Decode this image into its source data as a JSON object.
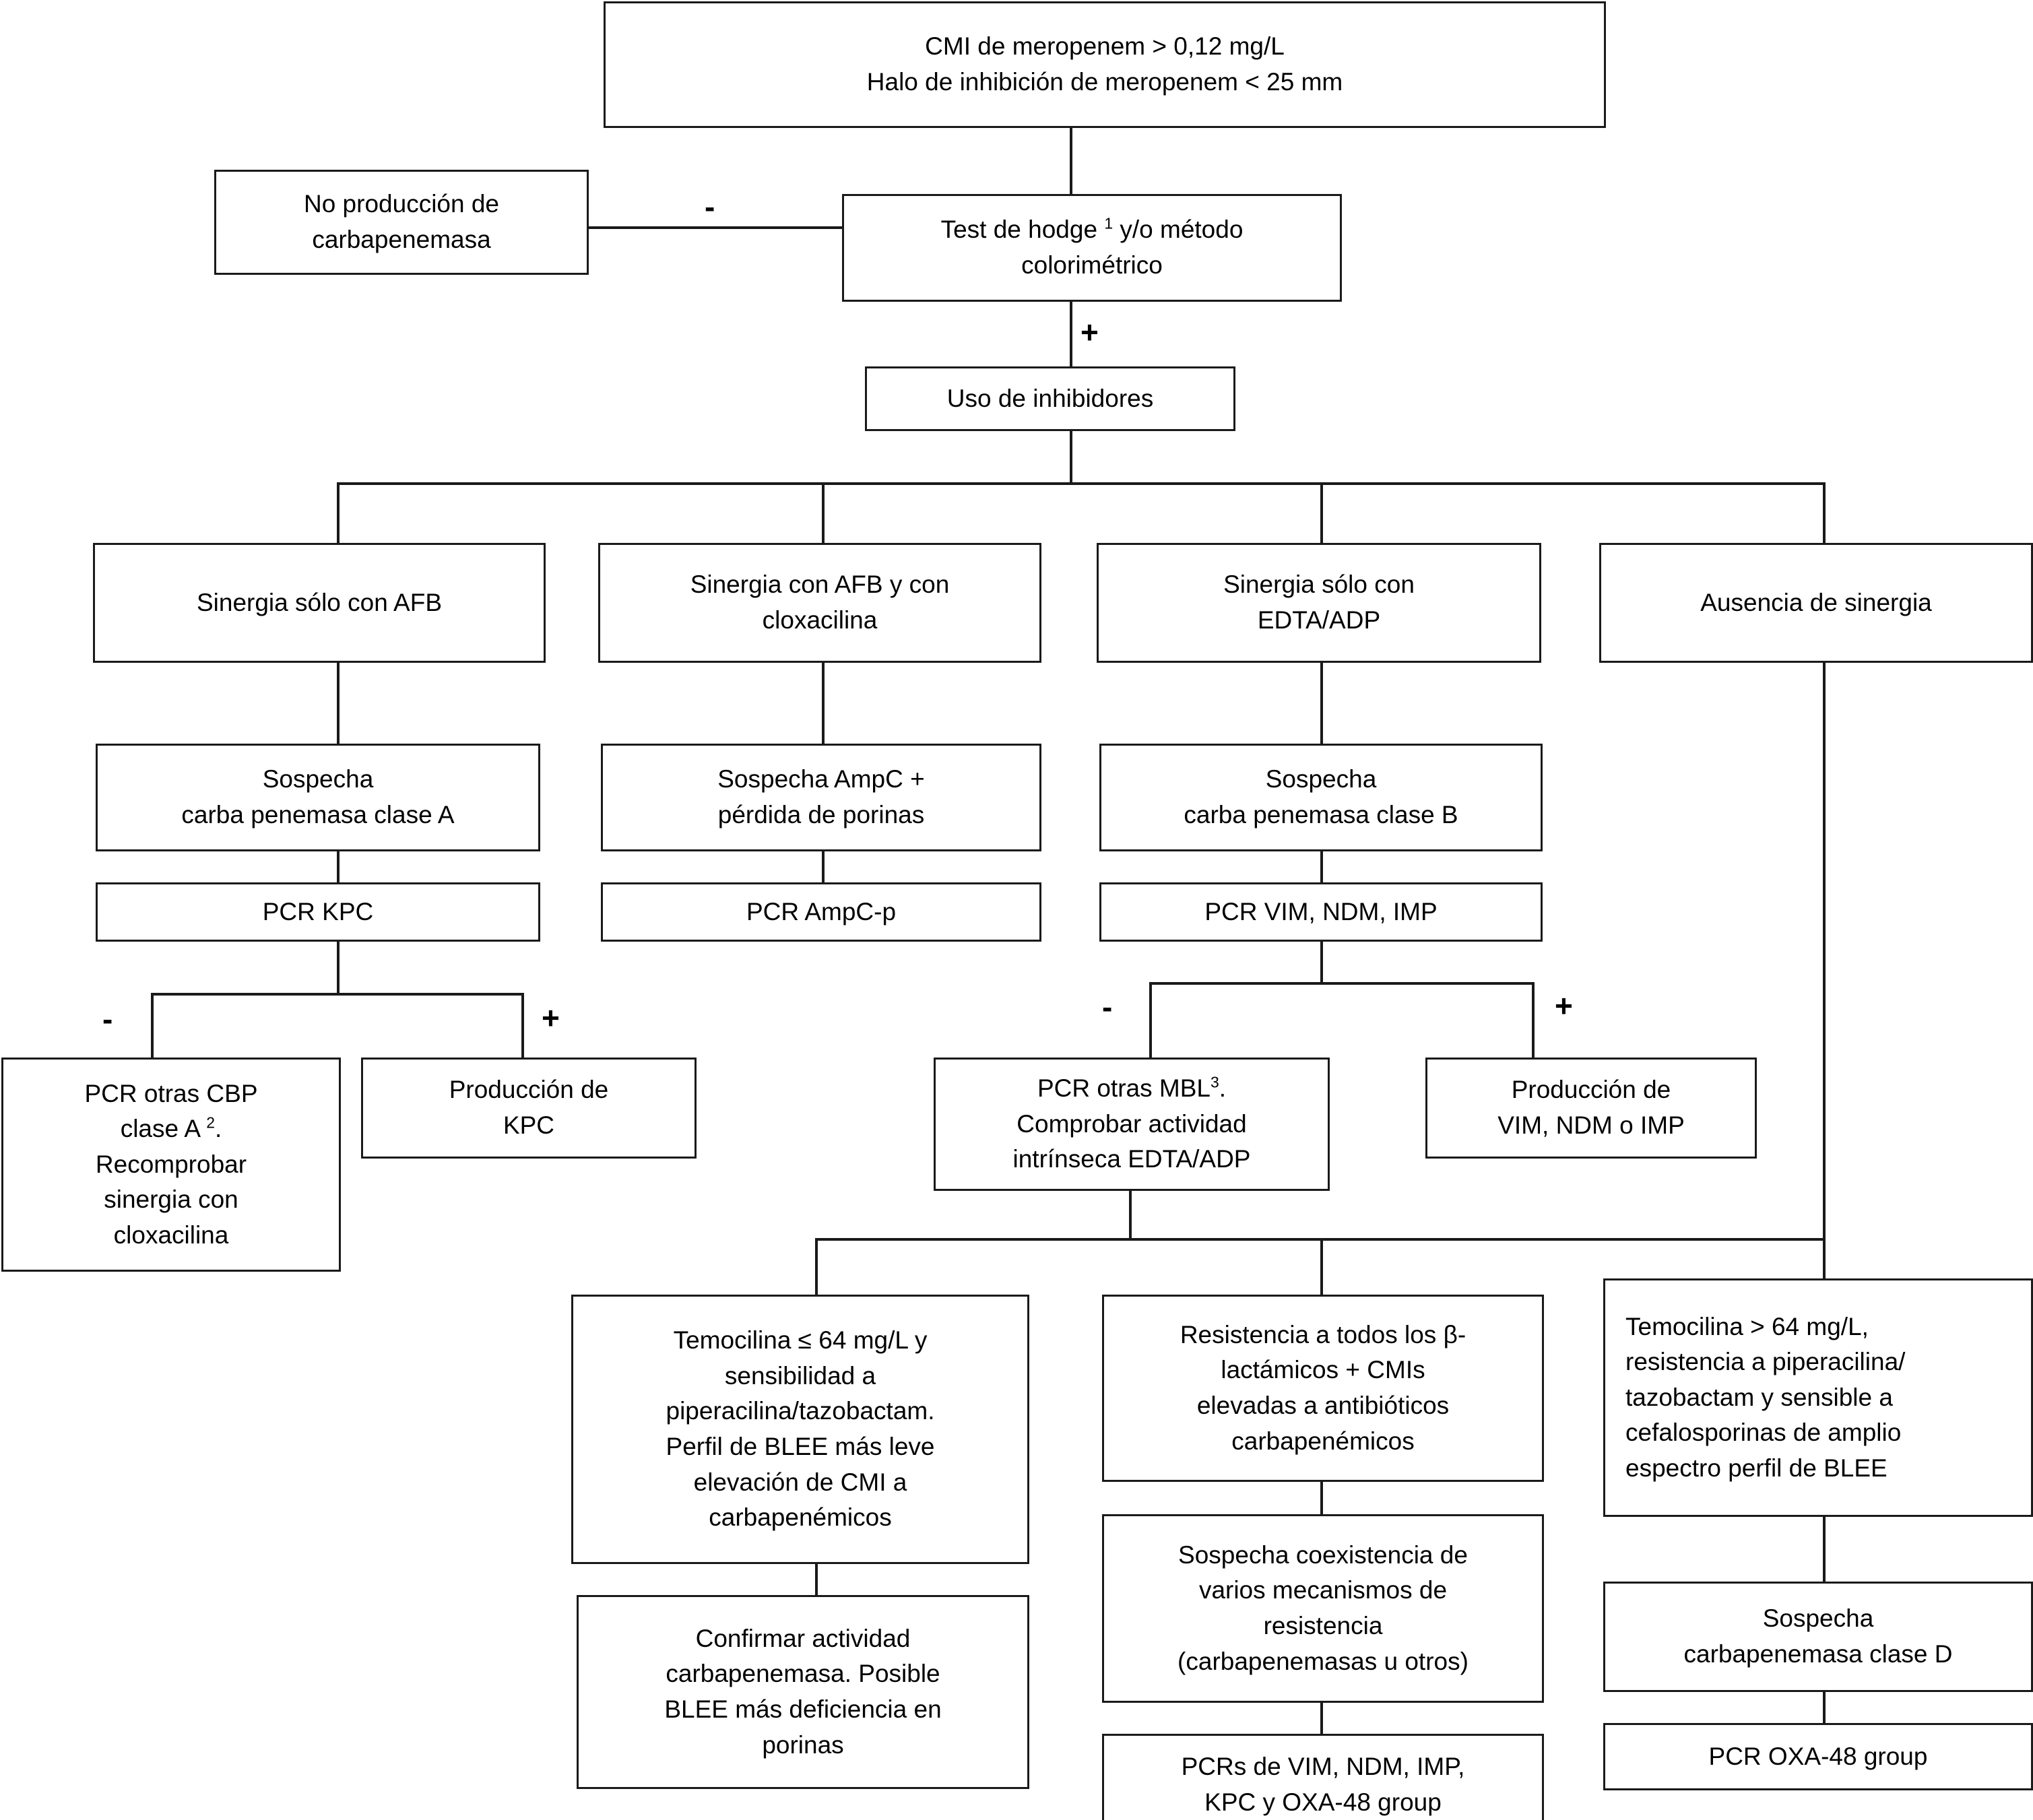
{
  "diagram": {
    "title": "Algoritmo de detección de carbapenemasas",
    "line_color": "#1a1a1a",
    "background": "#ffffff"
  },
  "nodes": {
    "root": "CMI de meropenem > 0,12 mg/L\nHalo de inhibición de meropenem < 25 mm",
    "no_production": "No producción de\ncarbapenemasa",
    "hodge_test_pre": "Test de hodge ",
    "hodge_test_sup": "1",
    "hodge_test_post": " y/o método\ncolorimétrico",
    "inhibitors": "Uso de inhibidores",
    "synergy_afb": "Sinergia sólo con AFB",
    "synergy_afb_clox": "Sinergia con AFB y con\ncloxacilina",
    "synergy_edta": "Sinergia sólo con\nEDTA/ADP",
    "no_synergy": "Ausencia de sinergia",
    "suspect_class_a": "Sospecha\ncarba penemasa clase  A",
    "suspect_ampc": "Sospecha AmpC +\npérdida de  porinas",
    "suspect_class_b": "Sospecha\ncarba penemasa clase B",
    "pcr_kpc": "PCR KPC",
    "pcr_ampc_p": "PCR AmpC-p",
    "pcr_vim_ndm_imp": "PCR VIM, NDM, IMP",
    "pcr_other_cbp_pre": "PCR otras CBP\nclase A ",
    "pcr_other_cbp_sup": "2",
    "pcr_other_cbp_post": ".\nRecomprobar\nsinergia con\ncloxacilina",
    "production_kpc": "Producción de\nKPC",
    "pcr_other_mbl_pre": "PCR otras MBL",
    "pcr_other_mbl_sup": "3",
    "pcr_other_mbl_post": ".\nComprobar actividad\nintrínseca EDTA/ADP",
    "production_vim": "Producción de\nVIM, NDM o IMP",
    "temocilina_low": "Temocilina ≤ 64 mg/L y\nsensibilidad a\npiperacilina/tazobactam.\nPerfil de BLEE más leve\nelevación de CMI a\ncarbapenémicos",
    "confirm_activity": "Confirmar actividad\ncarbapenemasa. Posible\nBLEE más deficiencia en\nporinas",
    "resistance_all": "Resistencia a todos los β-\nlactámicos + CMIs\nelevadas a antibióticos\ncarbapenémicos",
    "suspect_coexistence": "Sospecha coexistencia de\nvarios mecanismos de\nresistencia\n(carbapenemasas u otros)",
    "pcrs_all": "PCRs de VIM, NDM, IMP,\nKPC y OXA-48 group",
    "temocilina_high": "Temocilina > 64 mg/L,\nresistencia a piperacilina/\ntazobactam y sensible a\ncefalosporinas de amplio\nespectro perfil de BLEE",
    "suspect_class_d": "Sospecha\ncarbapenemasa clase D",
    "pcr_oxa48": "PCR OXA-48 group"
  },
  "edge_labels": {
    "hodge_negative": "-",
    "hodge_positive": "+",
    "kpc_negative": "-",
    "kpc_positive": "+",
    "mbl_negative": "-",
    "mbl_positive": "+"
  }
}
